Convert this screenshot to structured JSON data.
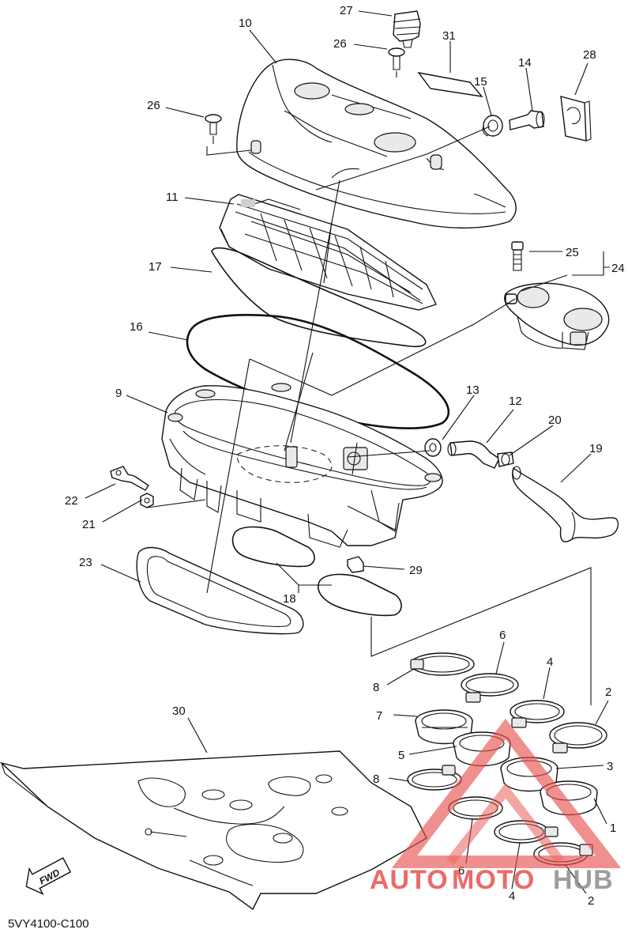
{
  "diagram": {
    "code": "5VY4100-C100",
    "fwd_label": "FWD",
    "watermark": {
      "part1": "AUTO",
      "part2": "MOTO",
      "part3": "HUB",
      "color_red": "#e8514d",
      "color_gray": "#8c8c8c"
    },
    "callouts": [
      {
        "id": "c27",
        "text": "27"
      },
      {
        "id": "c10",
        "text": "10"
      },
      {
        "id": "c31",
        "text": "31"
      },
      {
        "id": "c26a",
        "text": "26"
      },
      {
        "id": "c15",
        "text": "15"
      },
      {
        "id": "c14",
        "text": "14"
      },
      {
        "id": "c28",
        "text": "28"
      },
      {
        "id": "c26b",
        "text": "26"
      },
      {
        "id": "c11",
        "text": "11"
      },
      {
        "id": "c25",
        "text": "25"
      },
      {
        "id": "c24",
        "text": "24"
      },
      {
        "id": "c17",
        "text": "17"
      },
      {
        "id": "c16",
        "text": "16"
      },
      {
        "id": "c9",
        "text": "9"
      },
      {
        "id": "c13",
        "text": "13"
      },
      {
        "id": "c12",
        "text": "12"
      },
      {
        "id": "c20",
        "text": "20"
      },
      {
        "id": "c19",
        "text": "19"
      },
      {
        "id": "c22",
        "text": "22"
      },
      {
        "id": "c21",
        "text": "21"
      },
      {
        "id": "c23",
        "text": "23"
      },
      {
        "id": "c29",
        "text": "29"
      },
      {
        "id": "c18",
        "text": "18"
      },
      {
        "id": "c6a",
        "text": "6"
      },
      {
        "id": "c8a",
        "text": "8"
      },
      {
        "id": "c4a",
        "text": "4"
      },
      {
        "id": "c2a",
        "text": "2"
      },
      {
        "id": "c7",
        "text": "7"
      },
      {
        "id": "c30",
        "text": "30"
      },
      {
        "id": "c5",
        "text": "5"
      },
      {
        "id": "c3",
        "text": "3"
      },
      {
        "id": "c8b",
        "text": "8"
      },
      {
        "id": "c1",
        "text": "1"
      },
      {
        "id": "c6b",
        "text": "6"
      },
      {
        "id": "c4b",
        "text": "4"
      },
      {
        "id": "c2b",
        "text": "2"
      }
    ]
  }
}
